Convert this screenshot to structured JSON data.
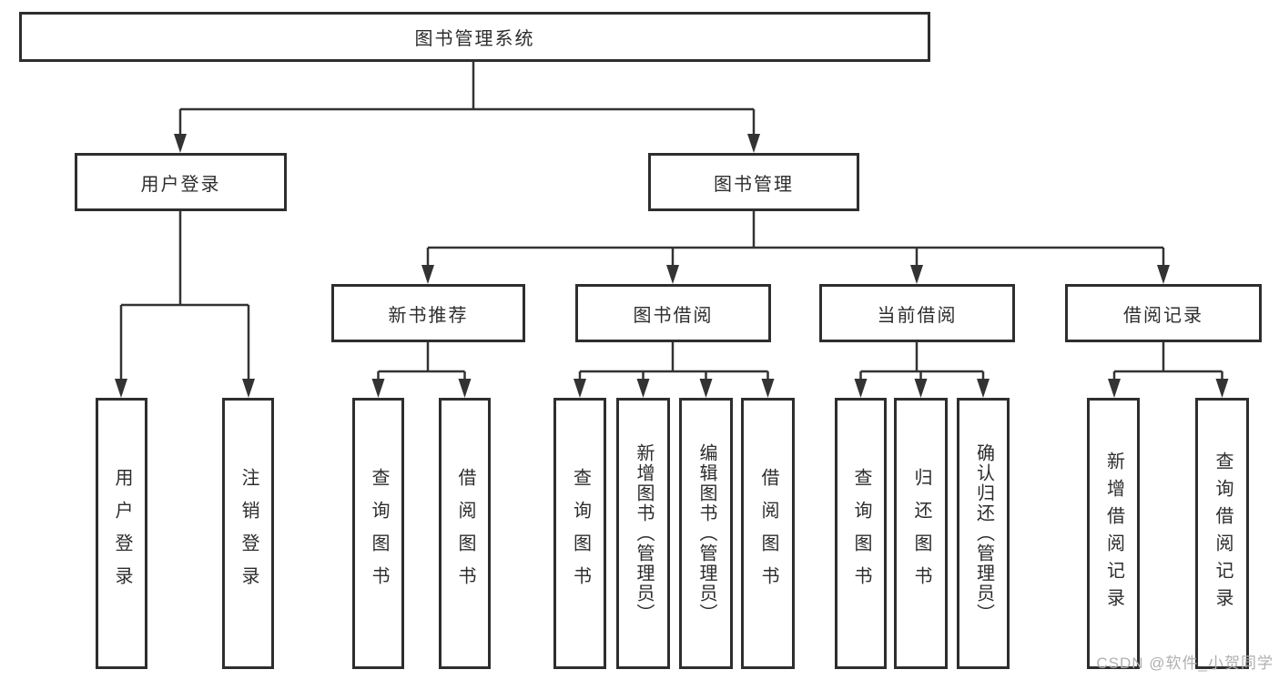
{
  "tree": {
    "root": "图书管理系统",
    "level2": [
      "用户登录",
      "图书管理"
    ],
    "level3": [
      "新书推荐",
      "图书借阅",
      "当前借阅",
      "借阅记录"
    ],
    "leaves_user_login": [
      "用户登录",
      "注销登录"
    ],
    "leaves_new_book": [
      "查询图书",
      "借阅图书"
    ],
    "leaves_book_borrow": [
      "查询图书",
      "新增图书（管理员）",
      "编辑图书（管理员）",
      "借阅图书"
    ],
    "leaves_current_borrow": [
      "查询图书",
      "归还图书",
      "确认归还（管理员）"
    ],
    "leaves_borrow_record": [
      "新增借阅记录",
      "查询借阅记录"
    ]
  },
  "watermark": "CSDN @软件_小贺同学",
  "colors": {
    "line": "#333333",
    "box_border": "#2e2e2e",
    "text": "#2d2d2d",
    "watermark_text": "#b0b0b0",
    "background": "#ffffff"
  }
}
